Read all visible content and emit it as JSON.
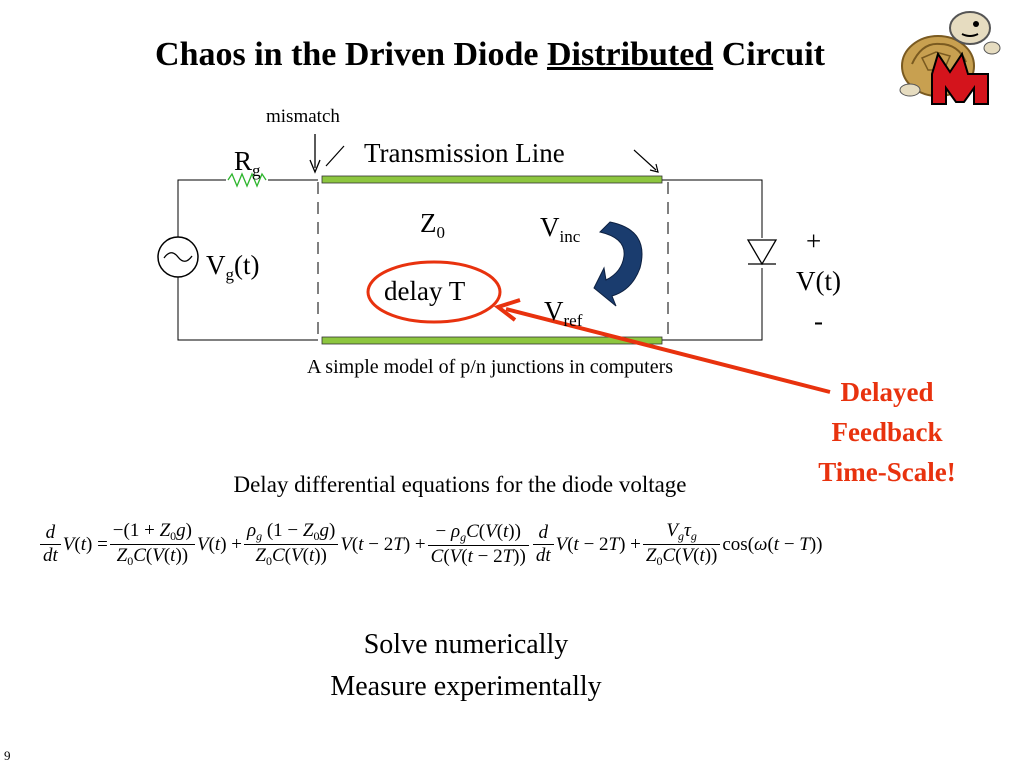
{
  "title": {
    "part1": "Chaos in the Driven Diode ",
    "underlined": "Distributed",
    "part2": " Circuit"
  },
  "labels": {
    "mismatch": "mismatch",
    "transmission_line": "Transmission Line",
    "rg_main": "R",
    "rg_sub": "g",
    "vg_main": "V",
    "vg_sub": "g",
    "vg_tail": "(t)",
    "z0_main": "Z",
    "z0_sub": "0",
    "vinc_main": "V",
    "vinc_sub": "inc",
    "vref_main": "V",
    "vref_sub": "ref",
    "delay": "delay T",
    "plus": "+",
    "vt": "V(t)",
    "minus": "-"
  },
  "caption": "A simple model of p/n junctions in computers",
  "callout": {
    "line1": "Delayed",
    "line2": "Feedback",
    "line3": "Time-Scale!"
  },
  "dde_heading": "Delay differential equations for the diode voltage",
  "solve": {
    "line1": "Solve numerically",
    "line2": "Measure experimentally"
  },
  "slide_number": "9",
  "colors": {
    "line_green": "#8dc63f",
    "accent_red": "#e8320e",
    "arrow_blue": "#1a3c6e"
  },
  "logo": {
    "letter": "M",
    "name": "terrapin-mascot"
  }
}
